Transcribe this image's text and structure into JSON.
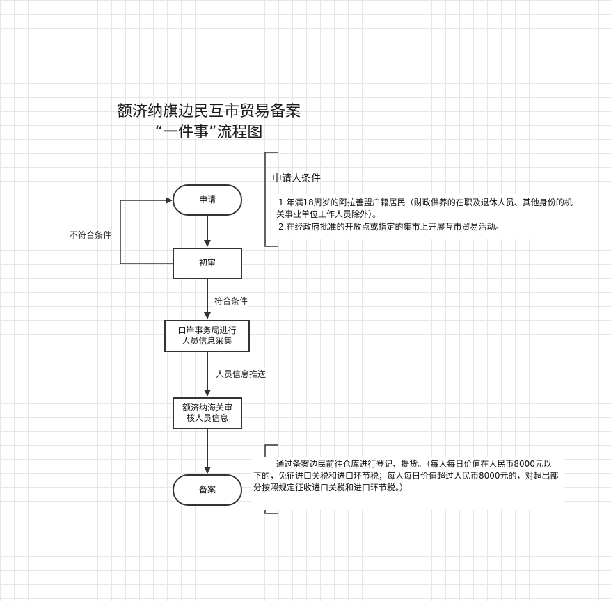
{
  "title": {
    "line1": "额济纳旗边民互市贸易备案",
    "line2": "“一件事”流程图"
  },
  "nodes": {
    "apply": "申请",
    "initial_review": "初审",
    "collect": "口岸事务局进行人员信息采集",
    "customs": "额济纳海关审核人员信息",
    "record": "备案"
  },
  "edge_labels": {
    "not_meet": "不符合条件",
    "meet": "符合条件",
    "push": "人员信息推送"
  },
  "conditions": {
    "heading": "申请人条件",
    "item1": "1.年满18周岁的阿拉善盟户籍居民（财政供养的在职及退休人员、其他身份的机关事业单位工作人员除外）。",
    "item2": "2.在经政府批准的开放点或指定的集市上开展互市贸易活动。"
  },
  "record_note": "通过备案边民前往仓库进行登记、提货。（每人每日价值在人民币8000元以下的，免征进口关税和进口环节税；每人每日价值超过人民币8000元的，对超出部分按照规定征收进口关税和进口环节税。）"
}
